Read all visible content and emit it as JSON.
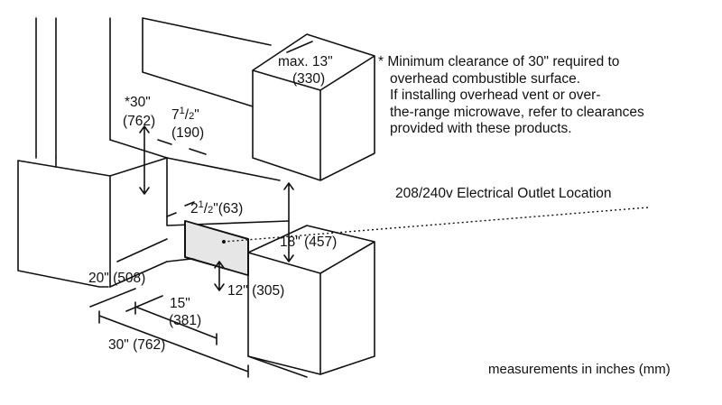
{
  "note": {
    "marker": "*",
    "lines": [
      "Minimum clearance of 30\" required to",
      "overhead combustible surface.",
      "If installing overhead vent or over-",
      "the-range microwave, refer to clearances",
      "provided with these products."
    ]
  },
  "outlet_label": "208/240v Electrical Outlet Location",
  "measurements_note": "measurements in inches (mm)",
  "dimensions": {
    "cabinet_depth": {
      "imperial": "max. 13\"",
      "metric": "(330)"
    },
    "overhead_clearance": {
      "imperial": "*30\"",
      "metric": "(762)"
    },
    "side_clearance": {
      "whole": "7",
      "num": "1",
      "den": "2",
      "unit": "\"",
      "metric": "(190)"
    },
    "outlet_offset": {
      "whole": "2",
      "num": "1",
      "den": "2",
      "unit": "\"",
      "metric": "(63)"
    },
    "counter_to_cabinet": {
      "imperial": "18\"",
      "metric": "(457)"
    },
    "base_height": {
      "imperial": "20\"",
      "metric": "(508)"
    },
    "outlet_height": {
      "imperial": "12\"",
      "metric": "(305)"
    },
    "outlet_width": {
      "imperial": "15\"",
      "metric": "(381)"
    },
    "cutout_width": {
      "imperial": "30\"",
      "metric": "(762)"
    }
  }
}
